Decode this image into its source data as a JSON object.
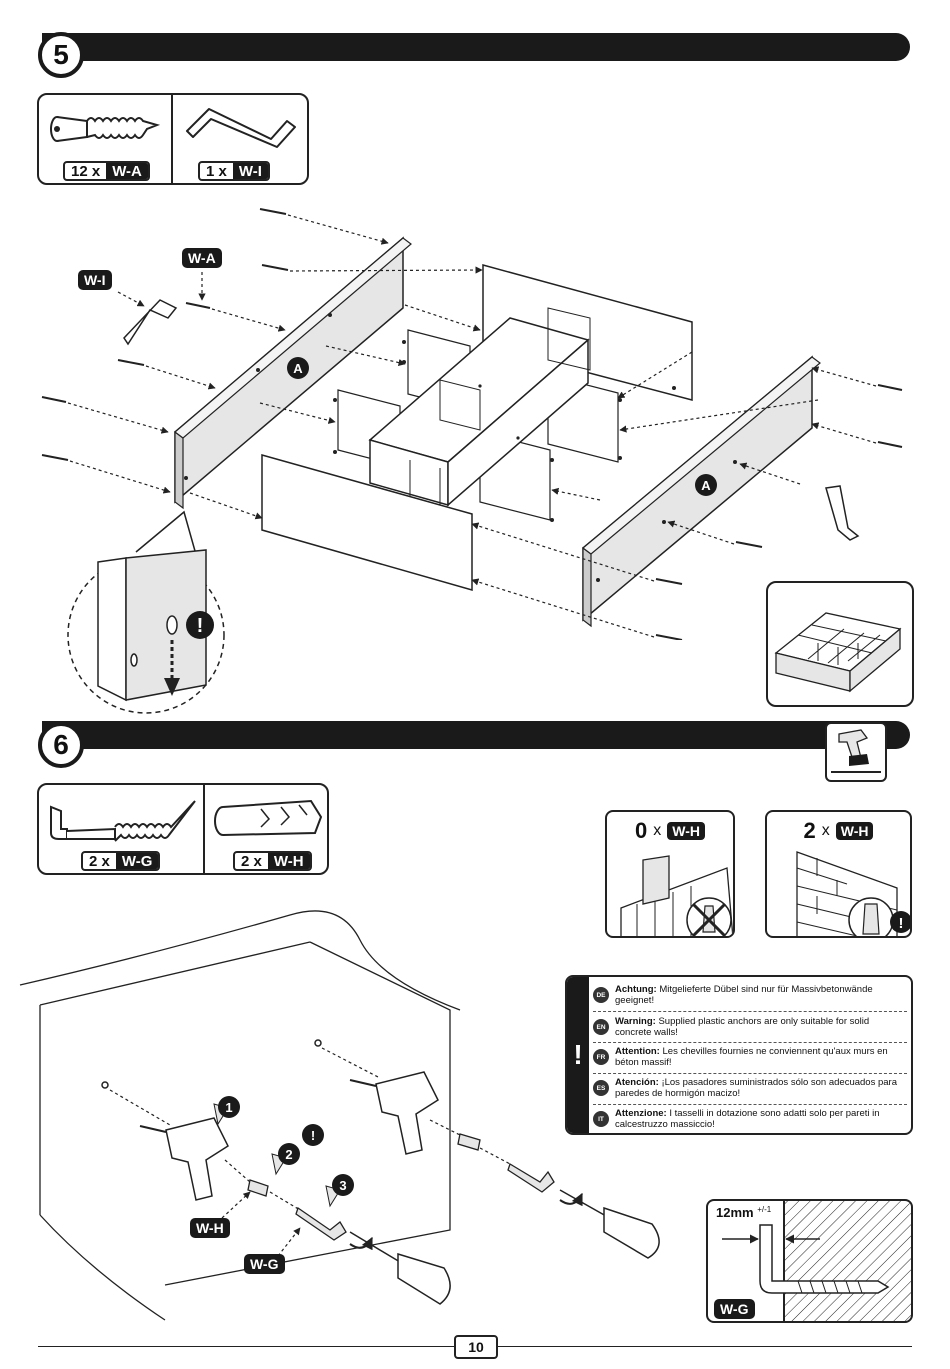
{
  "step5": {
    "number": "5",
    "parts": [
      {
        "qty": "12 x",
        "code": "W-A"
      },
      {
        "qty": "1 x",
        "code": "W-I"
      }
    ],
    "labels": {
      "tool": "W-I",
      "screw": "W-A",
      "panel_left": "A",
      "panel_right": "A"
    }
  },
  "step6": {
    "number": "6",
    "parts": [
      {
        "qty": "2 x",
        "code": "W-G"
      },
      {
        "qty": "2 x",
        "code": "W-H"
      }
    ],
    "wall_options": [
      {
        "count": "0",
        "x": "x",
        "code": "W-H"
      },
      {
        "count": "2",
        "x": "x",
        "code": "W-H"
      }
    ],
    "callouts": {
      "n1": "1",
      "n2": "2",
      "n3": "3",
      "wh": "W-H",
      "wg": "W-G"
    },
    "warnings": [
      {
        "lang": "DE",
        "head": "Achtung:",
        "text": " Mitgelieferte Dübel sind nur für Massivbetonwände geeignet!"
      },
      {
        "lang": "EN",
        "head": "Warning:",
        "text": " Supplied plastic anchors are only suitable for solid concrete walls!"
      },
      {
        "lang": "FR",
        "head": "Attention:",
        "text": " Les chevilles fournies ne conviennent qu'aux murs en béton massif!"
      },
      {
        "lang": "ES",
        "head": "Atención:",
        "text": " ¡Los pasadores suministrados sólo son adecuados para paredes de hormigón macizo!"
      },
      {
        "lang": "IT",
        "head": "Attenzione:",
        "text": " I tasselli in dotazione sono adatti solo per pareti in calcestruzzo massiccio!"
      }
    ],
    "warning_mark": "!",
    "gap": {
      "value": "12mm",
      "tolerance": "+/-1",
      "code": "W-G"
    }
  },
  "page_number": "10",
  "colors": {
    "ink": "#1a1a1a",
    "panel": "#e6e6e6",
    "paper": "#ffffff"
  }
}
